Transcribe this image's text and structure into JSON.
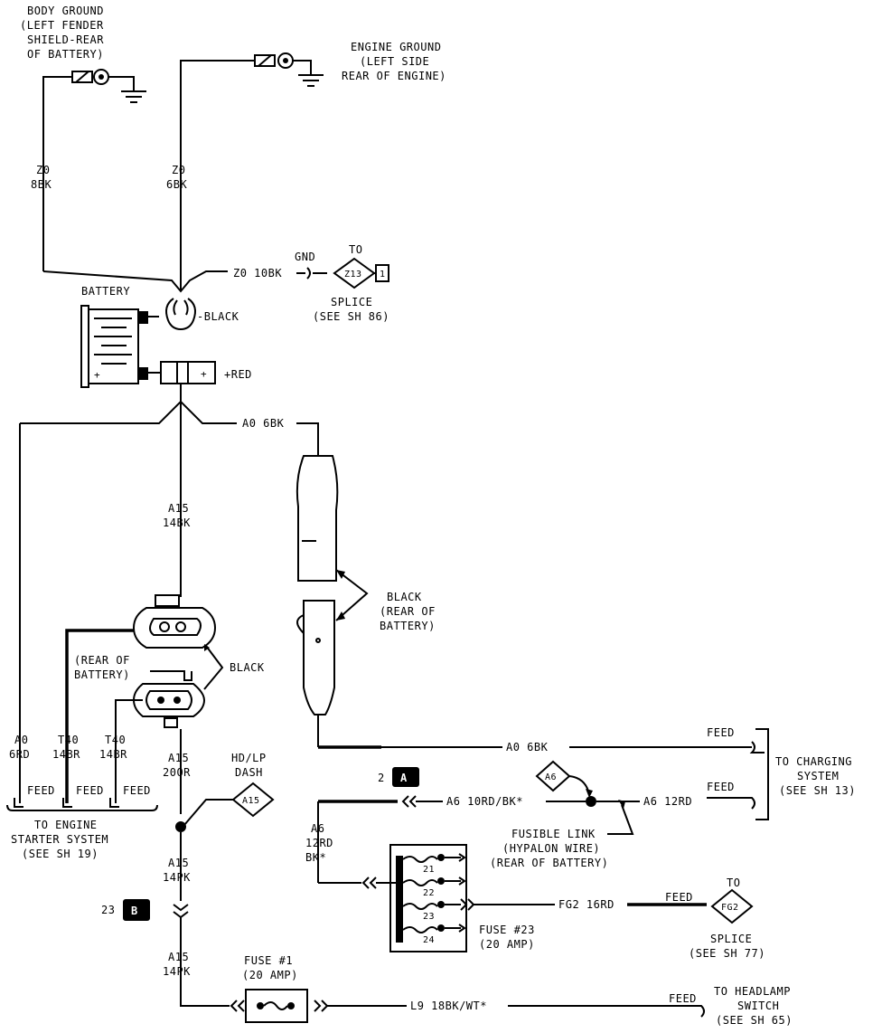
{
  "labels": {
    "body_ground": [
      "BODY GROUND",
      "(LEFT FENDER",
      "SHIELD-REAR",
      "OF BATTERY)"
    ],
    "engine_ground": [
      "ENGINE GROUND",
      "(LEFT SIDE",
      "REAR OF ENGINE)"
    ],
    "z0_left": [
      "Z0",
      "8BK"
    ],
    "z0_mid": [
      "Z0",
      "6BK"
    ],
    "battery": "BATTERY",
    "black_terminal": "-BLACK",
    "red_terminal": "+RED",
    "z0_10bk": "Z0 10BK",
    "gnd": "GND",
    "to_1": "TO",
    "z13": "Z13",
    "z13_pin": "1",
    "splice_86": [
      "SPLICE",
      "(SEE SH 86)"
    ],
    "a0_6bk_top": "A0 6BK",
    "a15_14bk": [
      "A15",
      "14BK"
    ],
    "black_rear_battery": [
      "BLACK",
      "(REAR OF",
      "BATTERY)"
    ],
    "rear_of_battery": [
      "(REAR OF",
      "BATTERY)"
    ],
    "black_conn": "BLACK",
    "a0_6rd": [
      "A0",
      "6RD"
    ],
    "t40_a": [
      "T40",
      "14BR"
    ],
    "t40_b": [
      "T40",
      "14BR"
    ],
    "a15_20or": [
      "A15",
      "20OR"
    ],
    "hd_lp_dash": [
      "HD/LP",
      "DASH"
    ],
    "a15_diamond": "A15",
    "feed_starter": [
      "FEED",
      "FEED",
      "FEED"
    ],
    "to_engine_starter": [
      "TO ENGINE",
      "STARTER SYSTEM",
      "(SEE SH 19)"
    ],
    "a0_6bk_bottom": "A0 6BK",
    "feed_1": "FEED",
    "feed_2": "FEED",
    "to_charging": [
      "TO CHARGING",
      "SYSTEM",
      "(SEE SH 13)"
    ],
    "badge_2": "2",
    "badge_2_letter": "A",
    "a6_diamond": "A6",
    "a6_10rd": "A6 10RD/BK*",
    "a6_12rd": "A6 12RD",
    "fusible_link": [
      "FUSIBLE LINK",
      "(HYPALON WIRE)",
      "(REAR OF BATTERY)"
    ],
    "a6_left": [
      "A6",
      "12RD",
      "BK*"
    ],
    "a15_14pk_1": [
      "A15",
      "14PK"
    ],
    "badge_23": "23",
    "badge_23_letter": "B",
    "a15_14pk_2": [
      "A15",
      "14PK"
    ],
    "fuse_numbers": [
      "21",
      "22",
      "23",
      "24"
    ],
    "fg2_16rd": "FG2 16RD",
    "fuse_23": [
      "FUSE #23",
      "(20 AMP)"
    ],
    "feed_3": "FEED",
    "to_2": "TO",
    "fg2_diamond": "FG2",
    "splice_77": [
      "SPLICE",
      "(SEE SH 77)"
    ],
    "fuse_1": [
      "FUSE #1",
      "(20 AMP)"
    ],
    "l9_18bk": "L9 18BK/WT*",
    "feed_4": "FEED",
    "to_headlamp": [
      "TO HEADLAMP",
      "SWITCH",
      "(SEE SH 65)"
    ]
  }
}
